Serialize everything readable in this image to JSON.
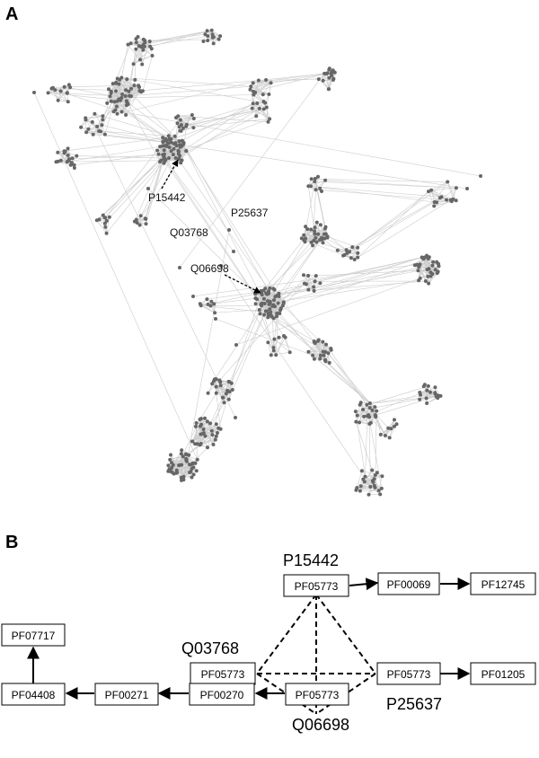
{
  "panel_a": {
    "letter": "A",
    "labels": {
      "p15442": "P15442",
      "p25637": "P25637",
      "q03768": "Q03768",
      "q06698": "Q06698"
    },
    "node_color": "#666666",
    "edge_color": "#cccccc"
  },
  "panel_b": {
    "letter": "B",
    "protein_labels": {
      "p15442": "P15442",
      "q03768": "Q03768",
      "p25637": "P25637",
      "q06698": "Q06698"
    },
    "boxes": {
      "top_pf05773": "PF05773",
      "top_pf00069": "PF00069",
      "top_pf12745": "PF12745",
      "left_pf05773": "PF05773",
      "right_pf05773": "PF05773",
      "right_pf01205": "PF01205",
      "bottom_pf05773": "PF05773",
      "bottom_pf00270": "PF00270",
      "bottom_pf00271": "PF00271",
      "bottom_pf04408": "PF04408",
      "far_pf07717": "PF07717"
    }
  }
}
